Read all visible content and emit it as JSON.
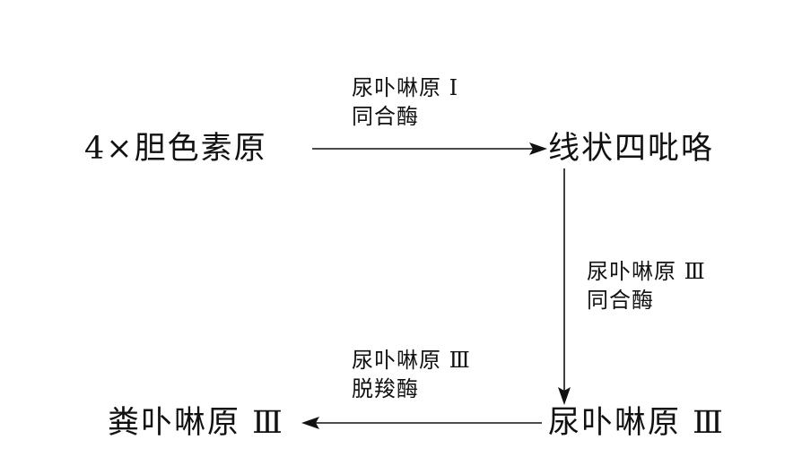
{
  "nodes": {
    "start": "4×胆色素原",
    "linear": "线状四吡咯",
    "urogen": "尿卟啉原 Ⅲ",
    "coprogen": "粪卟啉原 Ⅲ"
  },
  "edges": {
    "e1": {
      "line1": "尿卟啉原 Ⅰ",
      "line2": "同合酶"
    },
    "e2": {
      "line1": "尿卟啉原 Ⅲ",
      "line2": "同合酶"
    },
    "e3": {
      "line1": "尿卟啉原 Ⅲ",
      "line2": "脱羧酶"
    }
  },
  "colors": {
    "ink": "#111111",
    "background": "#ffffff"
  }
}
